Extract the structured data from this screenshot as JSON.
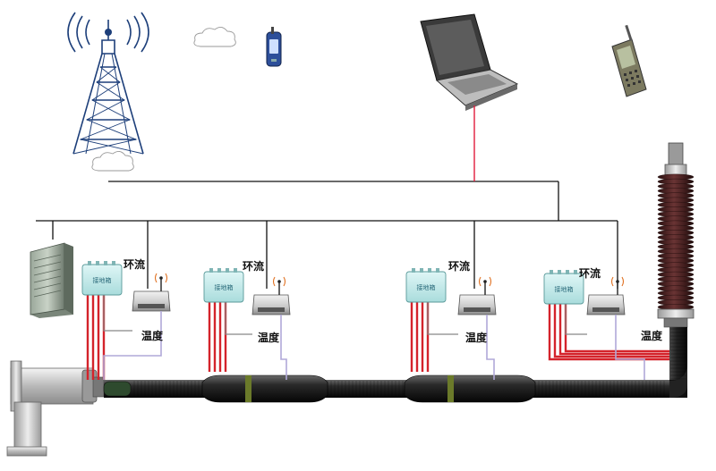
{
  "labels": {
    "circulating_current": "环流",
    "temperature": "温度",
    "grounding_box": "接地箱"
  },
  "colors": {
    "background": "#ffffff",
    "bus_line": "#111111",
    "network_link": "#e01c3c",
    "ground_lead": "#d4232b",
    "sensor_wire": "#b0a8d8",
    "cable": "#1a1a1a",
    "joint_band": "#6b7a2a",
    "box_fill": "#c6ecec",
    "terminator": "#4a2424"
  },
  "icons": {
    "tower": "radio-tower-icon",
    "cloud": "cloud-icon",
    "dtu": "wireless-dtu-icon",
    "laptop": "laptop-icon",
    "phone": "mobile-phone-icon",
    "server": "server-cabinet-icon",
    "antenna": "antenna-icon",
    "gis": "gis-termination-icon",
    "bushing": "outdoor-termination-icon"
  }
}
